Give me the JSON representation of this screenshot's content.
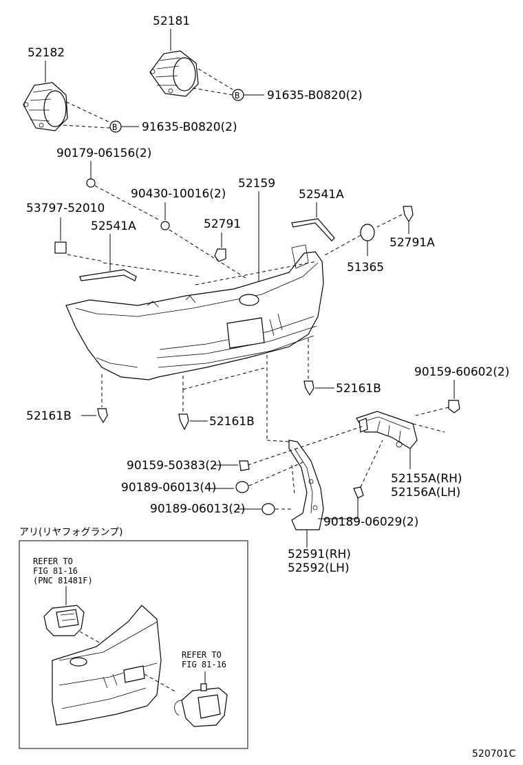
{
  "labels": {
    "p52181": "52181",
    "p52182": "52182",
    "p91635a": "91635-B0820(2)",
    "p91635b": "91635-B0820(2)",
    "p90179": "90179-06156(2)",
    "p90430": "90430-10016(2)",
    "p52159": "52159",
    "p52541a_r": "52541A",
    "p53797": "53797-52010",
    "p52541a_l": "52541A",
    "p52791": "52791",
    "p52791a": "52791A",
    "p51365": "51365",
    "p52161b_r": "52161B",
    "p52161b_l": "52161B",
    "p52161b_c": "52161B",
    "p90159_60602": "90159-60602(2)",
    "p90159_50383": "90159-50383(2)",
    "p90189_06013_4": "90189-06013(4)",
    "p90189_06013_2": "90189-06013(2)",
    "p52155a": "52155A(RH)",
    "p52156a": "52156A(LH)",
    "p90189_06029": "90189-06029(2)",
    "p52591": "52591(RH)",
    "p52592": "52592(LH)",
    "bolt_b": "B"
  },
  "inset": {
    "title": "アリ(リヤフォグランプ)",
    "ref1_line1": "REFER TO",
    "ref1_line2": "FIG 81-16",
    "ref1_line3": "(PNC 81481F)",
    "ref2_line1": "REFER TO",
    "ref2_line2": "FIG 81-16"
  },
  "footer": {
    "code": "520701C"
  }
}
